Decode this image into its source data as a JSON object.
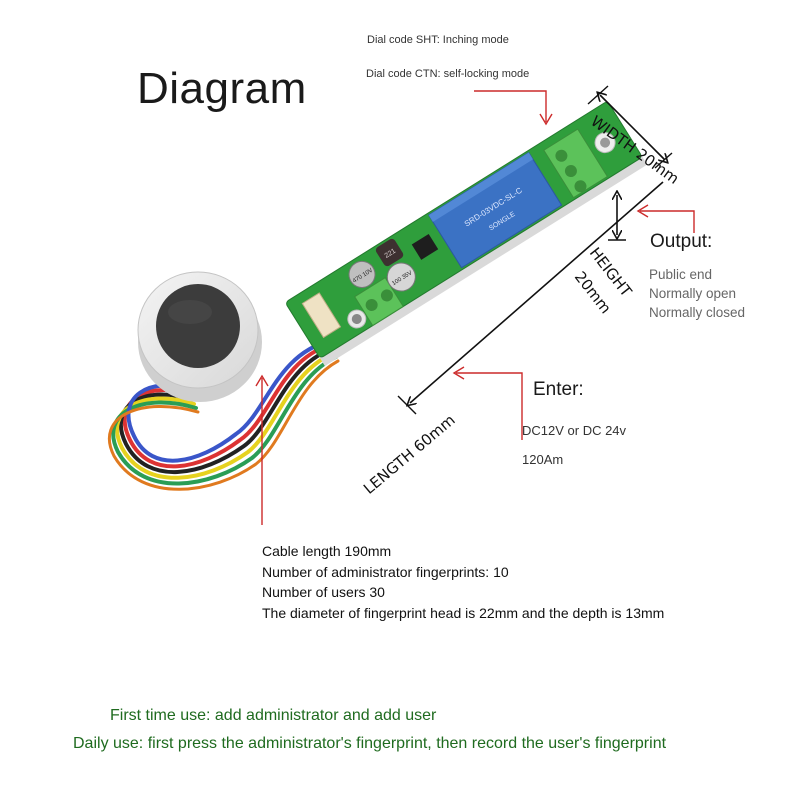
{
  "title": "Diagram",
  "dial_codes": {
    "sht": "Dial code SHT: Inching mode",
    "ctn": "Dial code CTN: self-locking mode"
  },
  "dimensions": {
    "width": "WIDTH 20mm",
    "height_word": "HEIGHT",
    "height_value": "20mm",
    "length": "LENGTH 60mm"
  },
  "output": {
    "heading": "Output:",
    "items": [
      "Public end",
      "Normally open",
      "Normally closed"
    ]
  },
  "enter": {
    "heading": "Enter:",
    "voltage": "DC12V or DC 24v",
    "current": "120Am"
  },
  "specs": [
    "Cable length 190mm",
    "Number of administrator fingerprints: 10",
    "Number of users 30",
    "The diameter of fingerprint head is 22mm and the depth is 13mm"
  ],
  "usage": {
    "first_time": "First time use: add administrator and add user",
    "daily": "Daily use: first press the administrator's fingerprint, then record the user's fingerprint"
  },
  "board_markings": {
    "relay_model": "SRD-03VDC-SL-C",
    "relay_brand": "SONGLE",
    "inductor": "221",
    "cap1": "470 10V",
    "cap2": "100 35V"
  },
  "colors": {
    "pcb": "#2f9e3c",
    "relay": "#3b72c4",
    "terminal": "#5cc25a",
    "callout": "#cc2a2a",
    "usage_text": "#1f6b1f"
  }
}
